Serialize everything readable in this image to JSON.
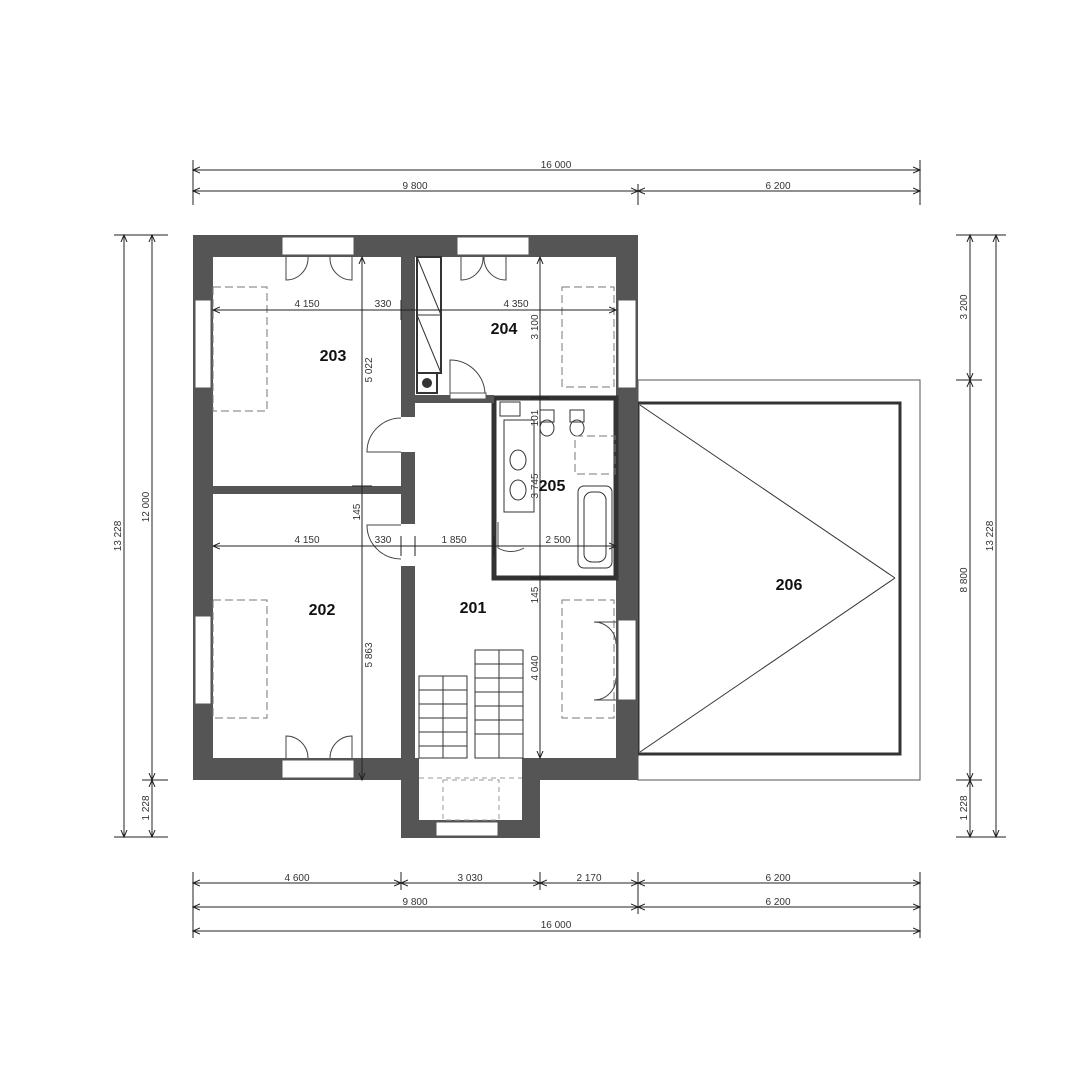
{
  "rooms": {
    "r201": "201",
    "r202": "202",
    "r203": "203",
    "r204": "204",
    "r205": "205",
    "r206": "206"
  },
  "dims_top": {
    "total": "16 000",
    "left": "9 800",
    "right": "6 200"
  },
  "dims_bottom": {
    "a": "4 600",
    "b": "3 030",
    "c": "2 170",
    "d": "6 200",
    "left": "9 800",
    "right": "6 200",
    "total": "16 000"
  },
  "dims_left": {
    "total": "13 228",
    "main": "12 000",
    "small": "1 228"
  },
  "dims_right": {
    "top": "3 200",
    "mid": "8 800",
    "small": "1 228",
    "total": "13 228"
  },
  "dims_inner": {
    "w203": "4 150",
    "gap1": "330",
    "w204": "4 350",
    "h204": "3 100",
    "h203": "5 022",
    "t145a": "145",
    "w202": "4 150",
    "gap2": "330",
    "w201": "1 850",
    "w205": "2 500",
    "h205": "3 745",
    "d101": "101",
    "t145b": "145",
    "h202": "5 863",
    "h201": "4 040"
  }
}
